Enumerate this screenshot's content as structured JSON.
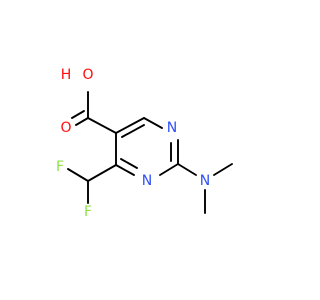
{
  "atoms": {
    "o_carbonyl": "O",
    "o_hydroxyl": "O",
    "h_hydroxyl": "H",
    "n_ring_3": "N",
    "n_ring_1": "N",
    "n_amine": "N",
    "f_upper": "F",
    "f_lower": "F"
  },
  "colors": {
    "oxygen": "#ff0d0d",
    "nitrogen": "#3050f8",
    "fluorine": "#90e050",
    "bond": "#000000"
  }
}
